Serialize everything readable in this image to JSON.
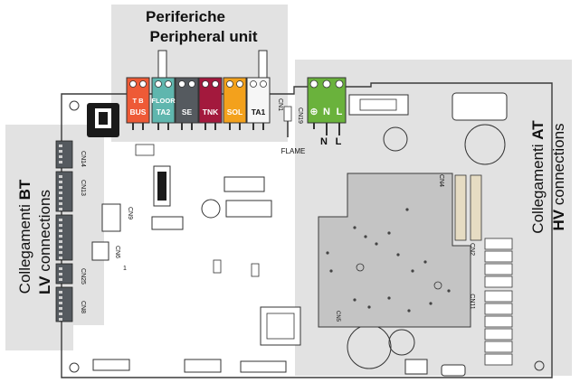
{
  "peripheral": {
    "title_it": "Periferiche",
    "title_en": "Peripheral unit"
  },
  "lv": {
    "title_it_prefix": "Collegamenti ",
    "title_it_bold": "BT",
    "title_en_bold": "LV",
    "title_en_suffix": " connections"
  },
  "hv": {
    "title_it_prefix": "Collegamenti ",
    "title_it_bold": "AT",
    "title_en_bold": "HV",
    "title_en_suffix": " connections"
  },
  "terminals": [
    {
      "top": "T   B",
      "label": "BUS",
      "color": "#ee5a36"
    },
    {
      "top": "FLOOR",
      "label": "TA2",
      "color": "#5fb6ae"
    },
    {
      "top": "",
      "label": "SE",
      "color": "#555a5f"
    },
    {
      "top": "",
      "label": "TNK",
      "color": "#a3193d"
    },
    {
      "top": "",
      "label": "SOL",
      "color": "#f3a11c"
    },
    {
      "top": "",
      "label": "TA1",
      "color": "#f6f6f6"
    }
  ],
  "power_terminal": {
    "ground": "⊕",
    "n": "N",
    "l": "L",
    "color": "#6ab23c",
    "below_n": "N",
    "below_l": "L"
  },
  "connectors": {
    "cn1": "CN1",
    "cn19": "CN19",
    "flame": "FLAME",
    "cn14": "CN14",
    "cn13": "CN13",
    "cn9": "CN9",
    "cn6": "CN6",
    "cn6_pin": "1",
    "cn25": "CN25",
    "cn8": "CN8",
    "cn4": "CN4",
    "cn2": "CN2",
    "cn11": "CN11",
    "cn5": "CN5"
  },
  "colors": {
    "panel_gray": "#e2e2e2",
    "board_line": "#3a3a3a",
    "module_fill": "#c4c4c4"
  }
}
